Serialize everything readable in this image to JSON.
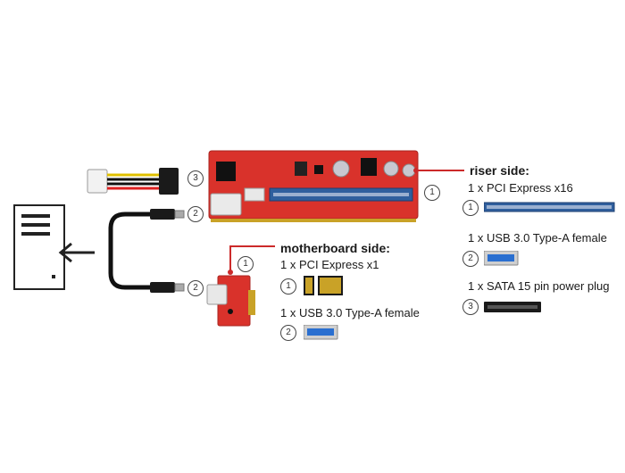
{
  "riser": {
    "heading": "riser side:",
    "items": [
      {
        "num": "1",
        "label": "1 x PCI Express x16"
      },
      {
        "num": "2",
        "label": "1 x USB 3.0 Type-A female"
      },
      {
        "num": "3",
        "label": "1 x SATA 15 pin power plug"
      }
    ],
    "callout_num": "1"
  },
  "motherboard": {
    "heading": "motherboard side:",
    "items": [
      {
        "num": "1",
        "label": "1 x PCI Express x1"
      },
      {
        "num": "2",
        "label": "1 x USB 3.0 Type-A female"
      }
    ],
    "callout_num": "1"
  },
  "cable": {
    "sata_num": "3",
    "usb_top_num": "2",
    "usb_bottom_num": "2"
  },
  "colors": {
    "pcb_red": "#d9322b",
    "slot_blue": "#2f5f9e",
    "usb_blue": "#2a6fd0",
    "accent_red": "#cc2a2a",
    "gold": "#c9a227"
  },
  "icons": [
    "computer-case-icon",
    "arrow-left-icon"
  ]
}
